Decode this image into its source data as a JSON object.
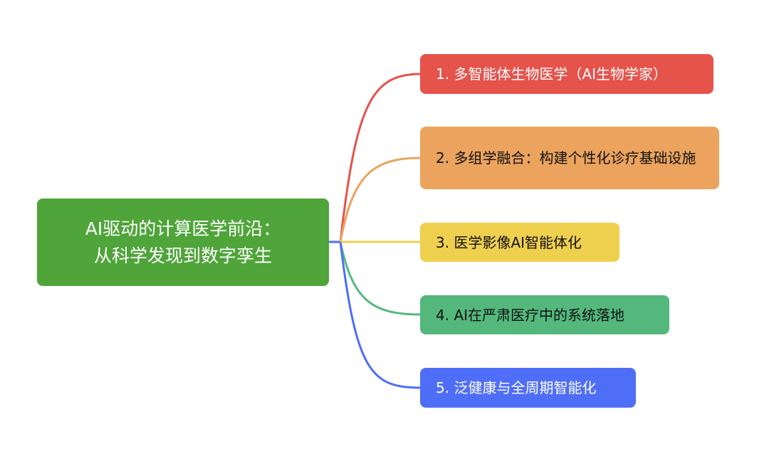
{
  "root": {
    "line1": "AI驱动的计算医学前沿：",
    "line2": "从科学发现到数字孪生",
    "color": "#4FA43A"
  },
  "branches": [
    {
      "label": "1. 多智能体生物医学（AI生物学家）",
      "color": "#E5534B",
      "text_color": "#ffffff"
    },
    {
      "label": "2. 多组学融合：构建个性化诊疗基础设施",
      "color": "#EBA35E",
      "text_color": "#111111"
    },
    {
      "label": "3. 医学影像AI智能体化",
      "color": "#EFD04E",
      "text_color": "#111111"
    },
    {
      "label": "4. AI在严肃医疗中的系统落地",
      "color": "#54B87D",
      "text_color": "#111111"
    },
    {
      "label": "5. 泛健康与全周期智能化",
      "color": "#4F6EF7",
      "text_color": "#ffffff"
    }
  ]
}
